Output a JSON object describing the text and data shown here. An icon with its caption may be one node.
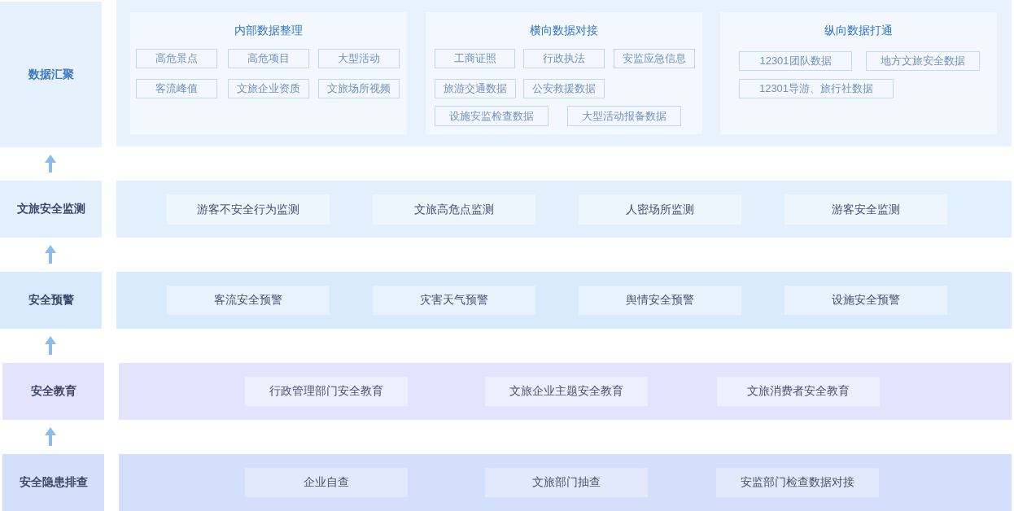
{
  "diagram": {
    "nodes": [
      {
        "text": [
          "数据汇聚"
        ]
      },
      {
        "text": [],
        "shape": "box"
      },
      {
        "text": [
          "内部数据整理"
        ],
        "in": 1
      },
      {
        "text": [
          "高危景点"
        ],
        "in": 2
      },
      {
        "text": [
          "高危项目"
        ],
        "in": 2
      },
      {
        "text": [
          "大型活动"
        ],
        "in": 2
      },
      {
        "text": [
          "客流峰值"
        ],
        "in": 2
      },
      {
        "text": [
          "文旅企业资质"
        ],
        "in": 2
      },
      {
        "text": [
          "文旅场所视频"
        ],
        "in": 2
      },
      {
        "text": [
          "横向数据对接"
        ],
        "in": 1
      },
      {
        "text": [
          "工商证照"
        ],
        "in": 9
      },
      {
        "text": [
          "行政执法"
        ],
        "in": 9
      },
      {
        "text": [
          "安监应急信息"
        ],
        "in": 9
      },
      {
        "text": [
          "旅游交通数据"
        ],
        "in": 9
      },
      {
        "text": [
          "公安救援数据"
        ],
        "in": 9
      },
      {
        "text": [
          "设施安监检查数据"
        ],
        "in": 9
      },
      {
        "text": [
          "大型活动报备数据"
        ],
        "in": 9
      },
      {
        "text": [
          "纵向数据打通"
        ],
        "in": 1
      },
      {
        "text": [
          "12301团队数据"
        ],
        "in": 17
      },
      {
        "text": [
          "地方文旅安全数据"
        ],
        "in": 17
      },
      {
        "text": [
          "12301导游、旅行社数据"
        ],
        "in": 17
      },
      {
        "text": [
          "文旅安全监测"
        ]
      },
      {
        "text": [],
        "shape": "box"
      },
      {
        "text": [
          "游客不安全行为监测"
        ],
        "in": 22
      },
      {
        "text": [
          "文旅高危点监测"
        ],
        "in": 22
      },
      {
        "text": [
          "人密场所监测"
        ],
        "in": 22
      },
      {
        "text": [
          "游客安全监测"
        ],
        "in": 22
      },
      {
        "text": [
          "安全预警"
        ]
      },
      {
        "text": [],
        "shape": "box"
      },
      {
        "text": [
          "客流安全预警"
        ],
        "in": 28
      },
      {
        "text": [
          "灾害天气预警"
        ],
        "in": 28
      },
      {
        "text": [
          "舆情安全预警"
        ],
        "in": 28
      },
      {
        "text": [
          "设施安全预警"
        ],
        "in": 28
      },
      {
        "text": [
          "安全教育"
        ]
      },
      {
        "text": [],
        "shape": "box"
      },
      {
        "text": [
          "行政管理部门安全教育"
        ],
        "in": 34
      },
      {
        "text": [
          "文旅企业主题安全教育"
        ],
        "in": 34
      },
      {
        "text": [
          "文旅消费者安全教育"
        ],
        "in": 34
      },
      {
        "text": [
          "安全隐患排查"
        ]
      },
      {
        "text": [],
        "shape": "box"
      },
      {
        "text": [
          "企业自查"
        ],
        "in": 39
      },
      {
        "text": [
          "文旅部门抽查"
        ],
        "in": 39
      },
      {
        "text": [
          "安监部门检查数据对接"
        ],
        "in": 39
      }
    ],
    "edges": [
      {
        "from": 21,
        "to": 0,
        "arrow": "to"
      },
      {
        "from": 27,
        "to": 21,
        "arrow": "to"
      },
      {
        "from": 33,
        "to": 27,
        "arrow": "to"
      },
      {
        "from": 38,
        "to": 33,
        "arrow": "to"
      }
    ]
  }
}
